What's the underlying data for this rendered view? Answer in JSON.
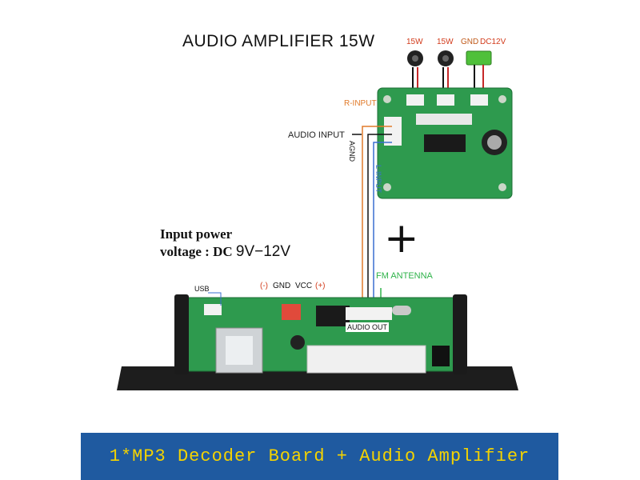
{
  "title": "AUDIO AMPLIFIER 15W",
  "amp_labels": {
    "speaker_left": "15W",
    "speaker_right": "15W",
    "gnd": "GND",
    "dc": "DC12V"
  },
  "wire_labels": {
    "r_input": "R-INPUT",
    "audio_input": "AUDIO INPUT",
    "agnd": "AGND",
    "l_input": "L-INPUT",
    "fm_antenna": "FM ANTENNA"
  },
  "power": {
    "line1": "Input power",
    "line2_prefix": "voltage : DC",
    "line2_value": "9V−12V"
  },
  "plus": "+",
  "board_labels": {
    "usb": "USB",
    "neg": "(-)",
    "gnd": "GND",
    "vcc": "VCC",
    "pos": "(+)",
    "audio_out": "AUDIO OUT"
  },
  "banner": "1*MP3 Decoder Board + Audio Amplifier",
  "colors": {
    "pcb": "#2e9a4e",
    "banner": "#1f5aa0",
    "banner_text": "#f5d300",
    "r_wire": "#e07a2a",
    "l_wire": "#3a6fd0",
    "fm": "#2fb34a"
  }
}
